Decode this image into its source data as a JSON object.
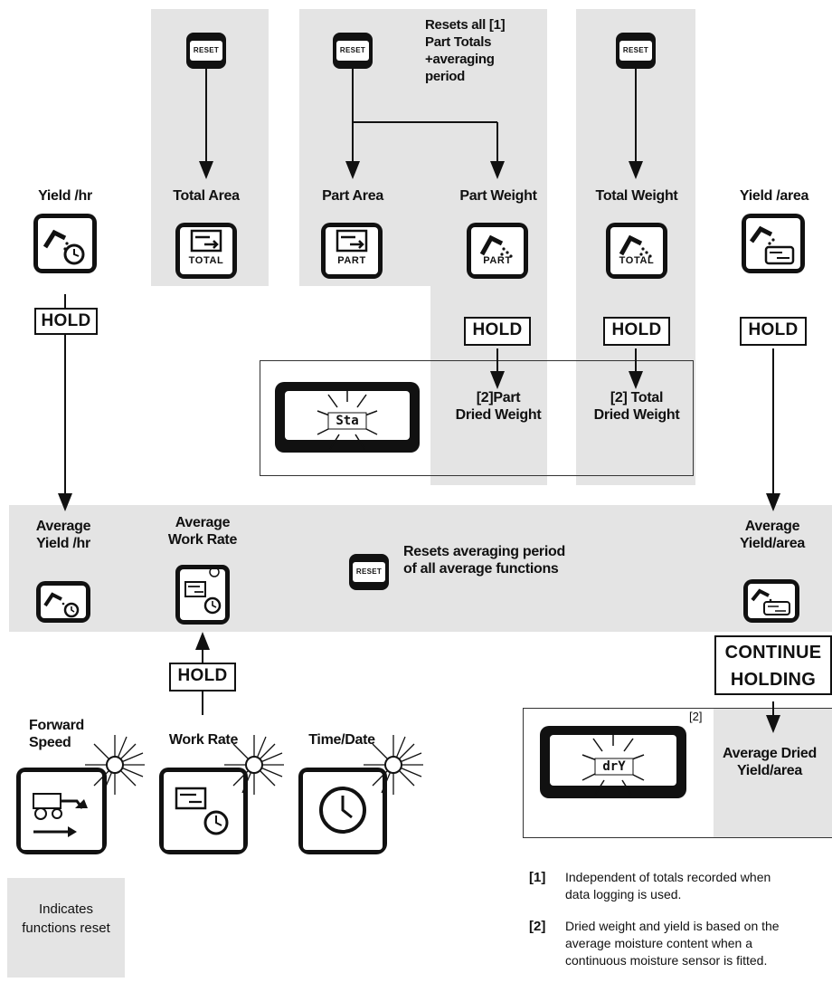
{
  "reset_key_label": "RESET",
  "hold_label": "HOLD",
  "totals": {
    "total_area": {
      "label": "Total Area",
      "tag": "TOTAL"
    },
    "part_area": {
      "label": "Part Area",
      "tag": "PART"
    },
    "part_weight": {
      "label": "Part Weight",
      "tag": "PART"
    },
    "total_weight": {
      "label": "Total Weight",
      "tag": "TOTAL"
    }
  },
  "reset_note": "Resets all [1]\nPart Totals\n+averaging\nperiod",
  "yield_hr": {
    "label": "Yield /hr"
  },
  "yield_area": {
    "label": "Yield /area"
  },
  "dried": {
    "part": "[2]Part\nDried Weight",
    "total": "[2] Total\nDried Weight",
    "display_code_1": "Sta",
    "display_code_2": "drY",
    "avg_ref": "[2]",
    "avg": "Average Dried\nYield/area"
  },
  "averages": {
    "avg_yield_hr": "Average\nYield /hr",
    "avg_work_rate": "Average\nWork Rate",
    "reset_text": "Resets averaging period\nof all average functions",
    "avg_yield_area": "Average\nYield/area"
  },
  "continue_holding": "CONTINUE\nHOLDING",
  "bottom": {
    "forward_speed": "Forward\nSpeed",
    "work_rate": "Work Rate",
    "time_date": "Time/Date"
  },
  "legend": {
    "text": "Indicates\nfunctions reset"
  },
  "notes": [
    {
      "num": "[1]",
      "text": "Independent of totals recorded when\ndata logging is used."
    },
    {
      "num": "[2]",
      "text": "Dried weight and yield is based on the\naverage moisture content when a\ncontinuous moisture sensor is fitted."
    }
  ],
  "colors": {
    "shade": "#e4e4e4",
    "ink": "#111111"
  }
}
